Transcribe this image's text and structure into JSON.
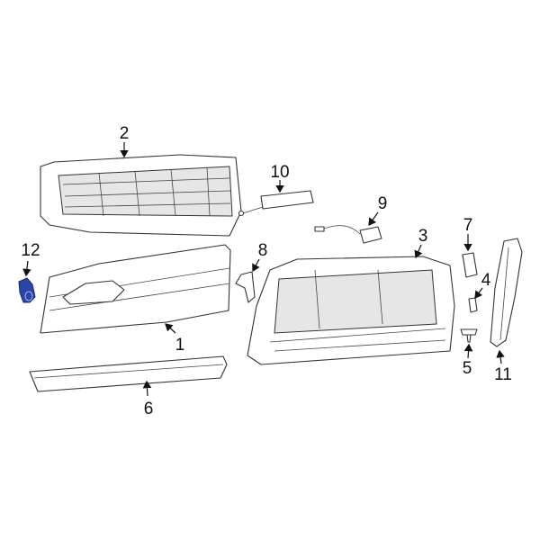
{
  "diagram": {
    "highlight_color": "#2a45a8",
    "highlighted_part": "12",
    "callouts": [
      "1",
      "2",
      "3",
      "4",
      "5",
      "6",
      "7",
      "8",
      "9",
      "10",
      "11",
      "12"
    ]
  }
}
